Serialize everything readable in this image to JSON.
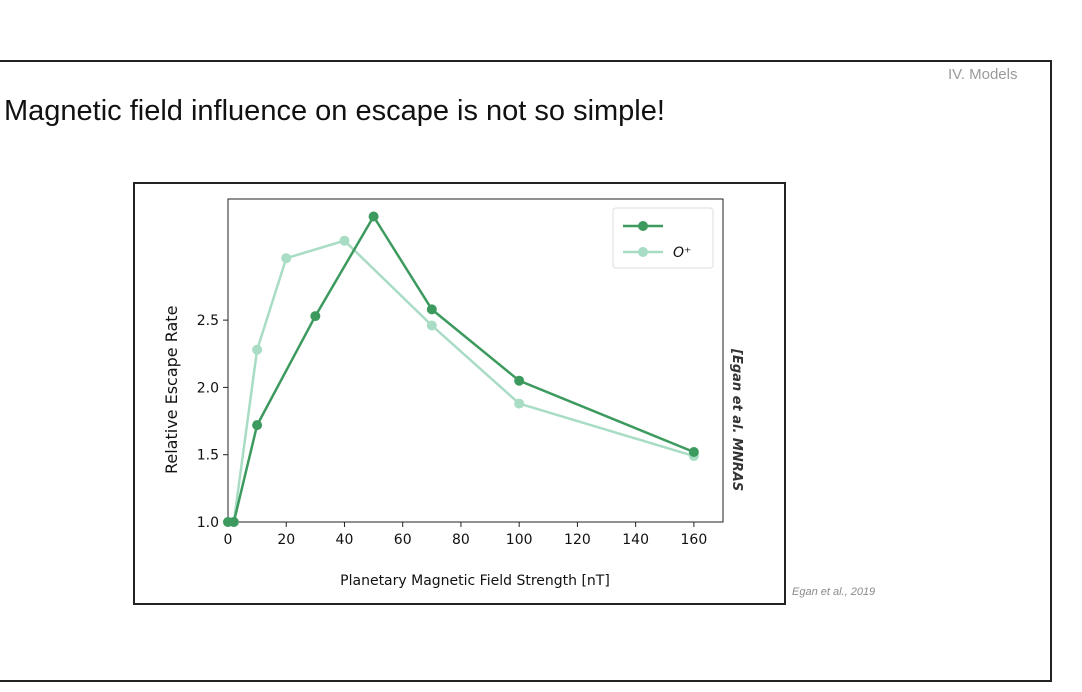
{
  "section": {
    "label": "IV. Models"
  },
  "slide": {
    "title": "Magnetic field influence on escape is not so simple!"
  },
  "credit": "Egan et al., 2019",
  "chart_data": {
    "type": "line",
    "title": "",
    "xlabel": "Planetary Magnetic Field Strength [nT]",
    "ylabel": "Relative Escape Rate",
    "side_text": "[Egan et al. MNRAS",
    "xlim": [
      0,
      170
    ],
    "ylim": [
      1.0,
      3.4
    ],
    "xticks": [
      0,
      20,
      40,
      60,
      80,
      100,
      120,
      140,
      160
    ],
    "xtick_labels": [
      "0",
      "20",
      "40",
      "60",
      "80",
      "100",
      "120",
      "140",
      "160"
    ],
    "yticks": [
      1.0,
      1.5,
      2.0,
      2.5
    ],
    "ytick_labels": [
      "1.0",
      "1.5",
      "2.0",
      "2.5"
    ],
    "grid": false,
    "legend_position": "top-right",
    "series": [
      {
        "name": "",
        "color": "#3d9a5e",
        "x": [
          0,
          2,
          10,
          30,
          50,
          70,
          100,
          160
        ],
        "y": [
          1.0,
          1.0,
          1.72,
          2.53,
          3.27,
          2.58,
          2.05,
          1.52
        ]
      },
      {
        "name": "O⁺",
        "color": "#a8dcc4",
        "x": [
          0,
          2,
          10,
          20,
          40,
          70,
          100,
          160
        ],
        "y": [
          1.0,
          1.0,
          2.28,
          2.96,
          3.09,
          2.46,
          1.88,
          1.49
        ]
      }
    ]
  }
}
